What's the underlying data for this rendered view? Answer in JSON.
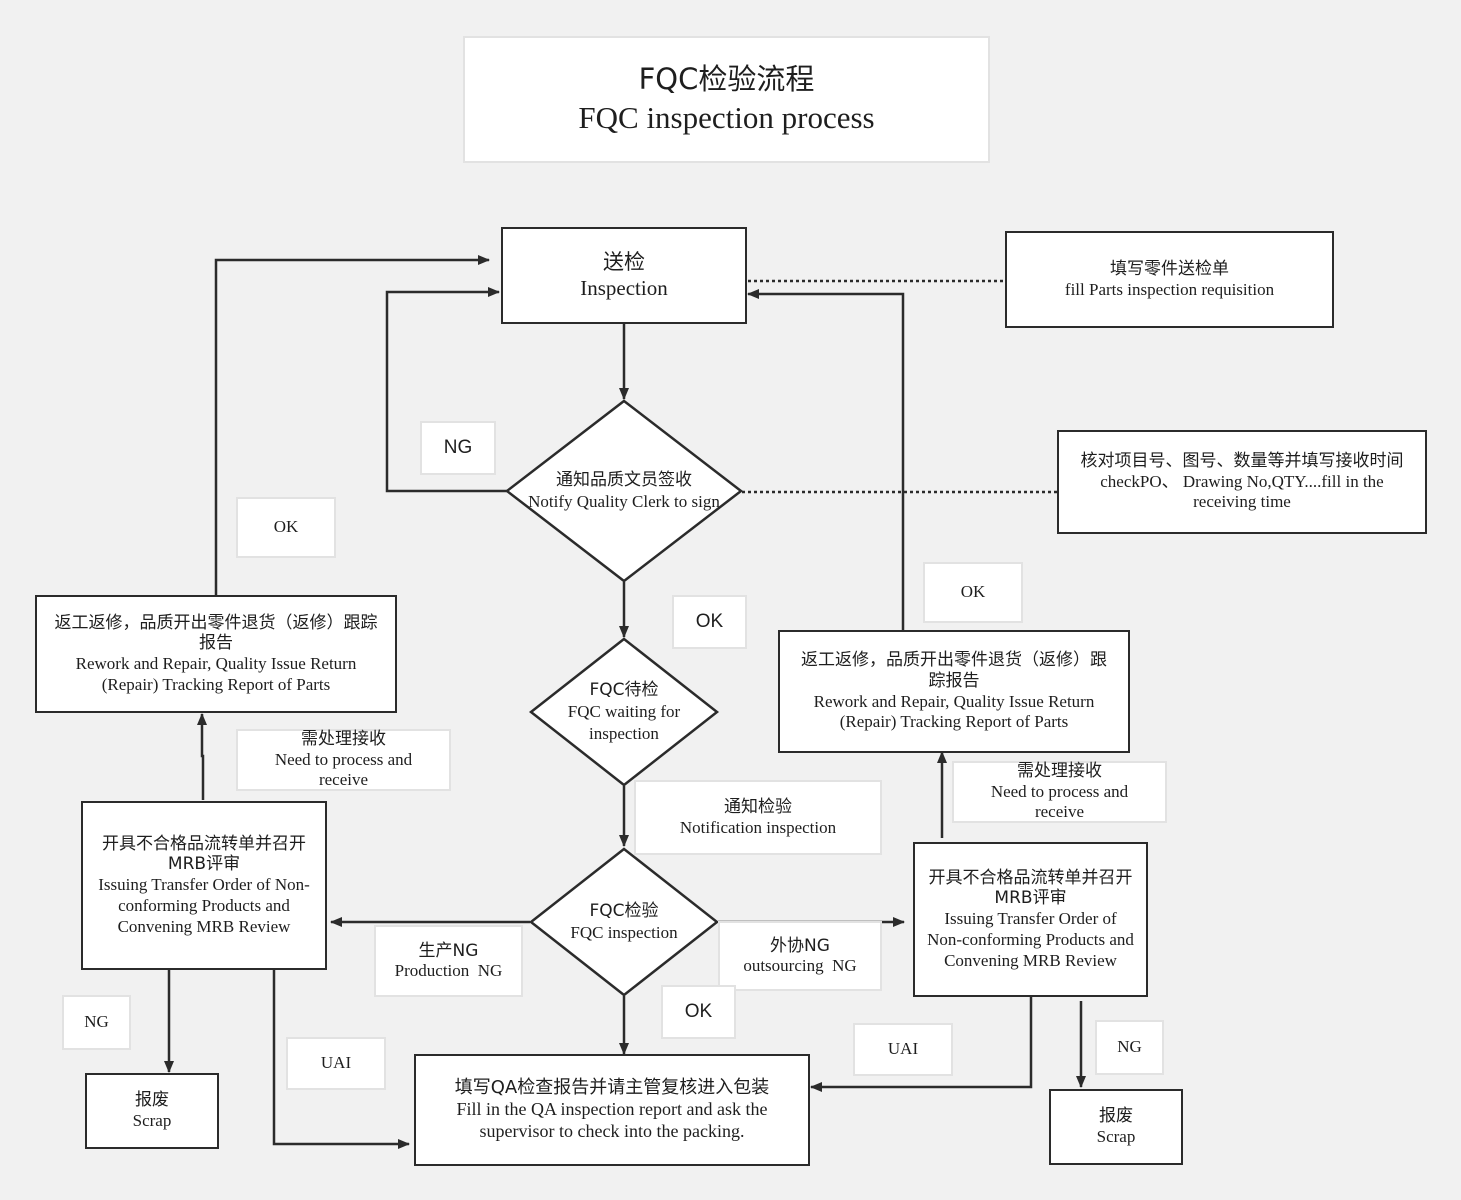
{
  "title": {
    "zh": "FQC检验流程",
    "en": "FQC inspection process"
  },
  "nodes": {
    "inspection": {
      "zh": "送检",
      "en": "Inspection"
    },
    "fill_requisition": {
      "zh": "填写零件送检单",
      "en": "fill Parts inspection requisition"
    },
    "notify_clerk": {
      "zh": "通知品质文员签收",
      "en": "Notify Quality Clerk to sign"
    },
    "check_po": {
      "zh": "核对项目号、图号、数量等并填写接收时间",
      "en": "checkPO、 Drawing No,QTY....fill in the receiving time"
    },
    "fqc_waiting": {
      "zh": "FQC待检",
      "en": "FQC waiting for inspection"
    },
    "fqc_inspection": {
      "zh": "FQC检验",
      "en": "FQC inspection"
    },
    "rework_left": {
      "zh": "返工返修，品质开出零件退货（返修）跟踪报告",
      "en": "Rework and Repair, Quality Issue Return (Repair) Tracking Report of Parts"
    },
    "rework_right": {
      "zh": "返工返修，品质开出零件退货（返修）跟踪报告",
      "en": "Rework and Repair, Quality Issue Return (Repair) Tracking Report of Parts"
    },
    "mrb_left": {
      "zh": "开具不合格品流转单并召开MRB评审",
      "en": "Issuing Transfer Order of Non-conforming Products and Convening MRB Review"
    },
    "mrb_right": {
      "zh": "开具不合格品流转单并召开MRB评审",
      "en": "Issuing Transfer Order of Non-conforming Products and Convening MRB Review"
    },
    "scrap_left": {
      "zh": "报废",
      "en": "Scrap"
    },
    "scrap_right": {
      "zh": "报废",
      "en": "Scrap"
    },
    "qa_report": {
      "zh": "填写QA检查报告并请主管复核进入包装",
      "en": "Fill in the QA inspection report and ask the supervisor to check into the packing."
    }
  },
  "labels": {
    "ng_clerk": "NG",
    "ok_clerk": "OK",
    "ok_left_return": "OK",
    "ok_right_return": "OK",
    "notification": {
      "zh": "通知检验",
      "en": "Notification inspection"
    },
    "need_left": {
      "zh": "需处理接收",
      "en": "Need to process and receive"
    },
    "need_right": {
      "zh": "需处理接收",
      "en": "Need to process and receive"
    },
    "production_ng": {
      "zh": "生产NG",
      "en": "Production  NG"
    },
    "outsourcing_ng": {
      "zh": "外协NG",
      "en": "outsourcing  NG"
    },
    "ok_qa": "OK",
    "ng_left": "NG",
    "ng_right": "NG",
    "uai_left": "UAI",
    "uai_right": "UAI"
  },
  "colors": {
    "background": "#f1f1f1",
    "stroke": "#2b2b2b",
    "label_border": "#e2e2e2"
  }
}
